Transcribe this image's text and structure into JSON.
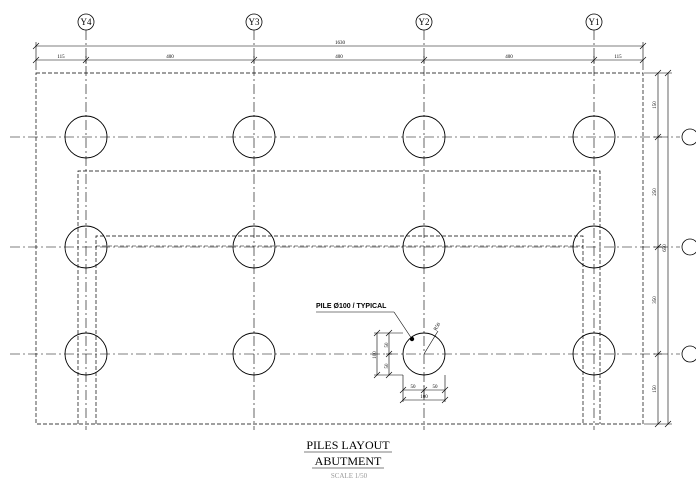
{
  "grid_axes": [
    "Y4",
    "Y3",
    "Y2",
    "Y1"
  ],
  "right_axis_marks": [
    "",
    "",
    ""
  ],
  "top_dimensions": {
    "overall": "1630",
    "segments": [
      "115",
      "400",
      "400",
      "400",
      "115"
    ]
  },
  "right_dimensions": {
    "overall": "650",
    "segments": [
      "150",
      "250",
      "350",
      "150"
    ]
  },
  "pile_detail": {
    "note": "PILE Ø100 / TYPICAL",
    "radius_label": "R50",
    "vertical_overall": "100",
    "vertical_segments": [
      "50",
      "50"
    ],
    "horizontal_segments": [
      "50",
      "50"
    ],
    "horizontal_overall": "100"
  },
  "title": {
    "line1": "PILES LAYOUT",
    "line2": "ABUTMENT",
    "scale": "SCALE 1/50"
  },
  "piles": {
    "columns": 4,
    "rows": 3,
    "count": 12
  }
}
